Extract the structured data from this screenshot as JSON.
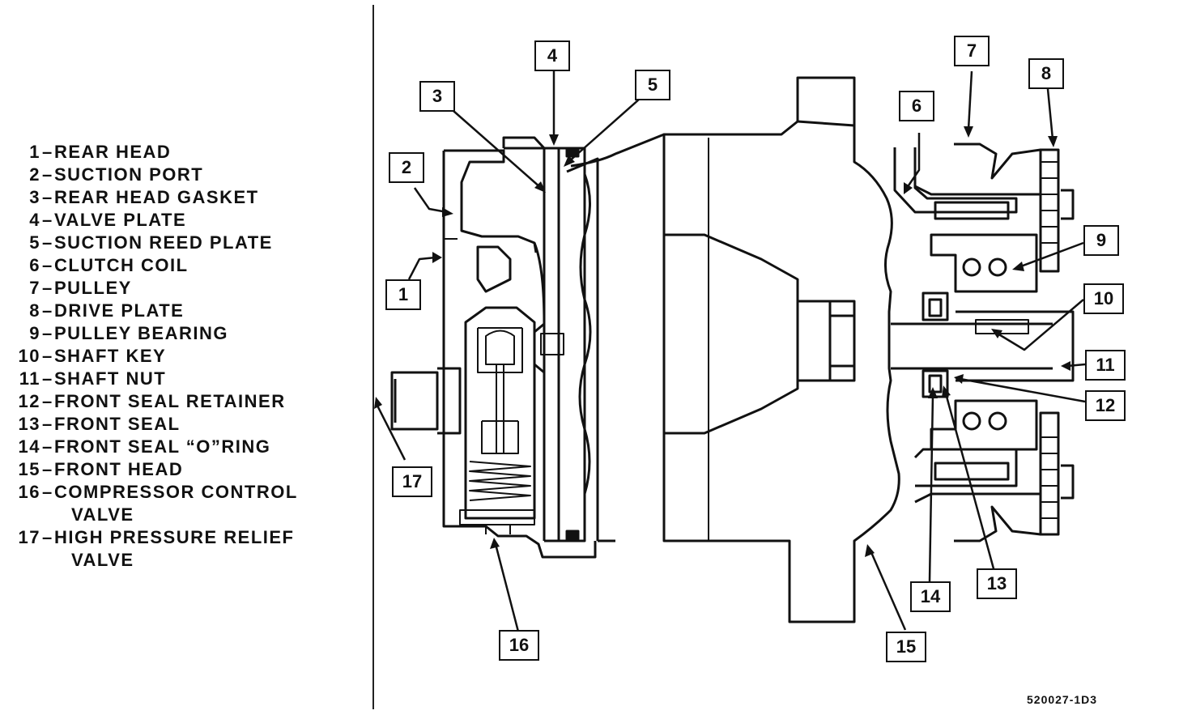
{
  "legend": [
    {
      "num": "1",
      "text": "REAR HEAD"
    },
    {
      "num": "2",
      "text": "SUCTION PORT"
    },
    {
      "num": "3",
      "text": "REAR HEAD GASKET"
    },
    {
      "num": "4",
      "text": "VALVE PLATE"
    },
    {
      "num": "5",
      "text": "SUCTION REED PLATE"
    },
    {
      "num": "6",
      "text": "CLUTCH COIL"
    },
    {
      "num": "7",
      "text": "PULLEY"
    },
    {
      "num": "8",
      "text": "DRIVE PLATE"
    },
    {
      "num": "9",
      "text": "PULLEY BEARING"
    },
    {
      "num": "10",
      "text": "SHAFT KEY"
    },
    {
      "num": "11",
      "text": "SHAFT NUT"
    },
    {
      "num": "12",
      "text": "FRONT SEAL RETAINER"
    },
    {
      "num": "13",
      "text": "FRONT SEAL"
    },
    {
      "num": "14",
      "text": "FRONT SEAL “O”RING"
    },
    {
      "num": "15",
      "text": "FRONT HEAD"
    },
    {
      "num": "16",
      "text": "COMPRESSOR CONTROL",
      "cont": "VALVE"
    },
    {
      "num": "17",
      "text": "HIGH PRESSURE RELIEF",
      "cont": "VALVE"
    }
  ],
  "callouts": {
    "c1": "1",
    "c2": "2",
    "c3": "3",
    "c4": "4",
    "c5": "5",
    "c6": "6",
    "c7": "7",
    "c8": "8",
    "c9": "9",
    "c10": "10",
    "c11": "11",
    "c12": "12",
    "c13": "13",
    "c14": "14",
    "c15": "15",
    "c16": "16",
    "c17": "17"
  },
  "figure_id": "520027-1D3",
  "colors": {
    "ink": "#111111",
    "paper": "#ffffff"
  }
}
